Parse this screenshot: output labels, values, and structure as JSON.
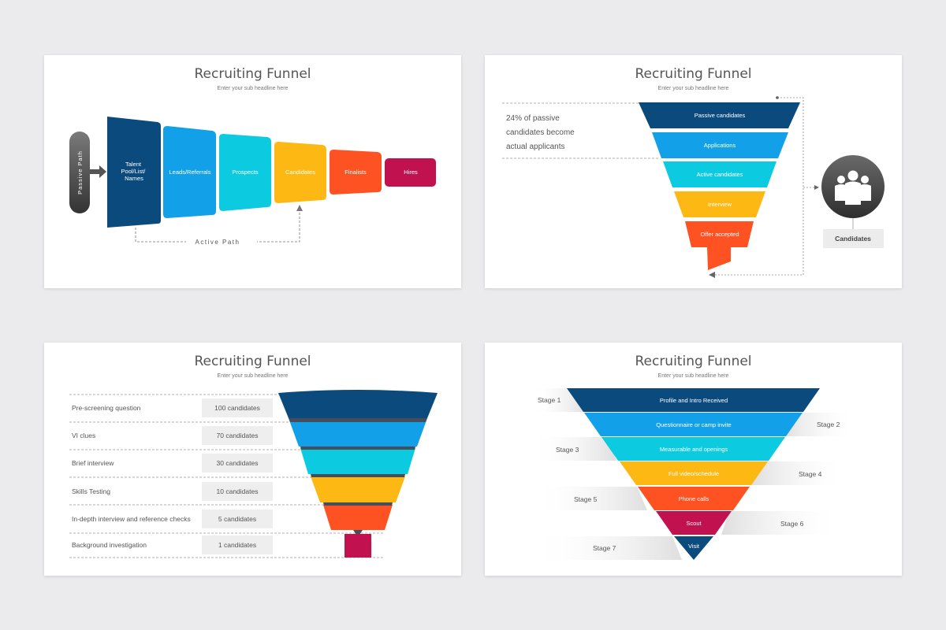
{
  "colors": {
    "navy": "#0b4a7c",
    "blue": "#12a0e8",
    "cyan": "#0ccbe0",
    "yellow": "#fdb813",
    "orange": "#fe5222",
    "crimson": "#c1114e",
    "gray": "#555555"
  },
  "slides": [
    {
      "title": "Recruiting Funnel",
      "subtitle": "Enter your sub headline here",
      "passive_path": "Passive Path",
      "active_path": "Active Path",
      "stages": [
        "Talent Pool/List/ Names",
        "Leads/Referrals",
        "Prospects",
        "Candidates",
        "Finalists",
        "Hires"
      ]
    },
    {
      "title": "Recruiting Funnel",
      "subtitle": "Enter your sub headline here",
      "note_lines": [
        "24% of passive",
        "candidates become",
        "actual applicants"
      ],
      "stages": [
        "Passive candidates",
        "Applications",
        "Active candidates",
        "Interview",
        "Offer accepted"
      ],
      "candidates_label": "Candidates",
      "icon": "group-people-icon"
    },
    {
      "title": "Recruiting Funnel",
      "subtitle": "Enter your sub headline here",
      "rows": [
        {
          "label": "Pre-screening question",
          "count": "100 candidates"
        },
        {
          "label": "VI clues",
          "count": "70 candidates"
        },
        {
          "label": "Brief interview",
          "count": "30 candidates"
        },
        {
          "label": "Skills Testing",
          "count": "10 candidates"
        },
        {
          "label": "In-depth interview and reference checks",
          "count": "5 candidates"
        },
        {
          "label": "Background investigation",
          "count": "1 candidates"
        }
      ]
    },
    {
      "title": "Recruiting Funnel",
      "subtitle": "Enter your sub headline here",
      "stages": [
        {
          "stage": "Stage 1",
          "label": "Profile and Intro Received"
        },
        {
          "stage": "Stage 2",
          "label": "Questionnaire or camp invite"
        },
        {
          "stage": "Stage 3",
          "label": "Measurable and openings"
        },
        {
          "stage": "Stage 4",
          "label": "Full video/schedule"
        },
        {
          "stage": "Stage 5",
          "label": "Phone calls"
        },
        {
          "stage": "Stage 6",
          "label": "Scout"
        },
        {
          "stage": "Stage 7",
          "label": "Visit"
        }
      ]
    }
  ]
}
